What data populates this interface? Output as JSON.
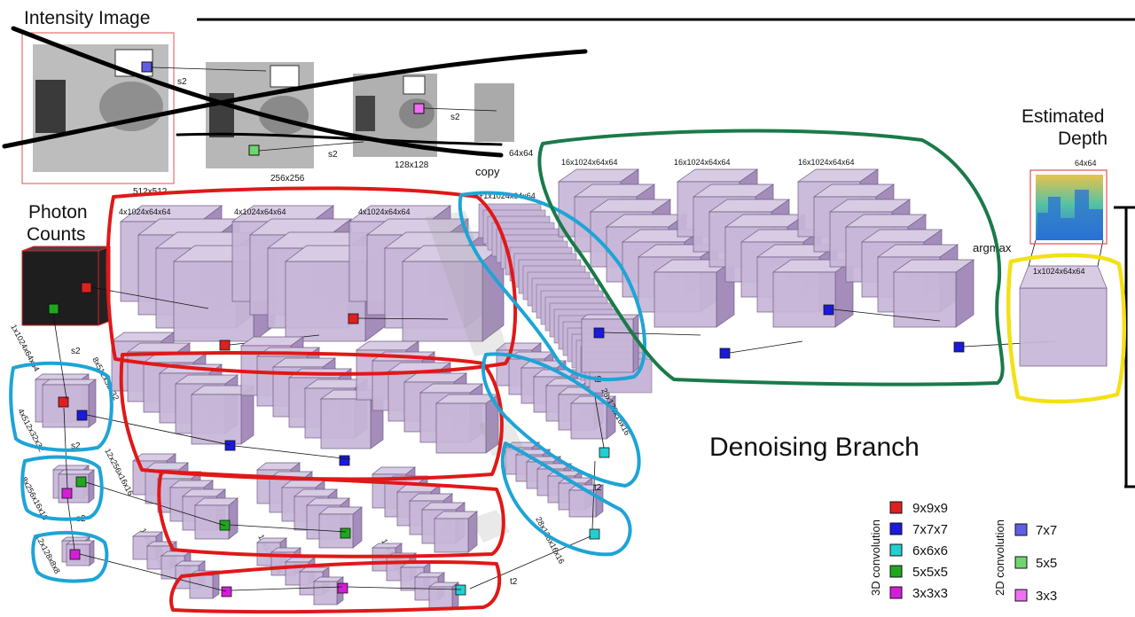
{
  "titles": {
    "intensity": "Intensity Image",
    "photon_line1": "Photon",
    "photon_line2": "Counts",
    "depth_line1": "Estimated",
    "depth_line2": "Depth",
    "denoising": "Denoising Branch"
  },
  "intensity_labels": {
    "s2_a": "s2",
    "s2_b": "s2",
    "s2_c": "s2",
    "size_512": "512x512",
    "size_256": "256x256",
    "size_128": "128x128",
    "size_64": "64x64"
  },
  "top_row_labels": [
    "4x1024x64x64",
    "4x1024x64x64",
    "4x1024x64x64"
  ],
  "copy_label": "copy",
  "copy_size": "4+1x1024x64x64",
  "dense_labels": [
    "16x1024x64x64",
    "16x1024x64x64",
    "16x1024x64x64"
  ],
  "output": {
    "size_top": "64x64",
    "argmax": "argmax",
    "size_block": "1x1024x64x64"
  },
  "encoder_labels": {
    "input": "1x1024x64x64",
    "s2_1": "s2",
    "lvl2": "4x512x32x32",
    "lvl2b": "8x512x32x32",
    "s2_2": "s2",
    "lvl3": "8x256x16x16",
    "lvl3b": "12x256x16x16",
    "s2_3": "s2",
    "lvl4": "12x128x8x8",
    "lvl4b": "16x128x8x8",
    "mid_a": "16x128x8x8",
    "mid_b": "16x128x8x8"
  },
  "decoder_labels": {
    "t2_a": "t2",
    "t2_b": "t2",
    "t2_c": "t2",
    "size_a": "28x128x16x16",
    "size_b": "28x128x16x16"
  },
  "legend": {
    "heading_3d": "3D convolution",
    "heading_2d": "2D convolution",
    "items_3d": [
      {
        "label": "9x9x9",
        "color": "#e02020"
      },
      {
        "label": "7x7x7",
        "color": "#1a1adb"
      },
      {
        "label": "6x6x6",
        "color": "#22cfd0"
      },
      {
        "label": "5x5x5",
        "color": "#1ea81e"
      },
      {
        "label": "3x3x3",
        "color": "#d21fd6"
      }
    ],
    "items_2d": [
      {
        "label": "7x7",
        "color": "#5f5fe6"
      },
      {
        "label": "5x5",
        "color": "#6fd66f"
      },
      {
        "label": "3x3",
        "color": "#f06ff2"
      }
    ]
  },
  "colors": {
    "block_face": "#c8b6d8",
    "block_side": "#a48dbb",
    "block_edge": "#6f5d83",
    "annot_red": "#e01818",
    "annot_cyan": "#1ea4d6",
    "annot_green": "#1a7a4a",
    "annot_yellow": "#f4e014"
  }
}
